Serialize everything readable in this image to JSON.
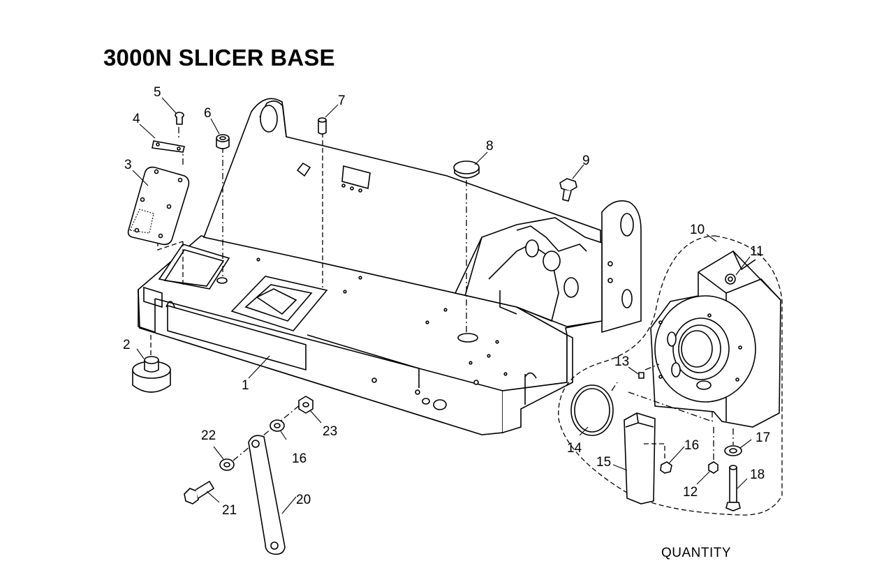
{
  "title": "3000N SLICER BASE",
  "footer_text": "QUANTITY",
  "callouts": [
    {
      "num": "1",
      "part": "base"
    },
    {
      "num": "2",
      "part": "foot"
    },
    {
      "num": "3",
      "part": "cover-plate"
    },
    {
      "num": "4",
      "part": "strap"
    },
    {
      "num": "5",
      "part": "screw"
    },
    {
      "num": "6",
      "part": "bushing"
    },
    {
      "num": "7",
      "part": "pin"
    },
    {
      "num": "8",
      "part": "plug"
    },
    {
      "num": "9",
      "part": "bolt"
    },
    {
      "num": "10",
      "part": "gear-housing-assembly"
    },
    {
      "num": "11",
      "part": "housing-fitting"
    },
    {
      "num": "12",
      "part": "nut"
    },
    {
      "num": "13",
      "part": "dowel"
    },
    {
      "num": "14",
      "part": "o-ring"
    },
    {
      "num": "15",
      "part": "block"
    },
    {
      "num": "16",
      "part": "screw-small"
    },
    {
      "num": "17",
      "part": "washer"
    },
    {
      "num": "18",
      "part": "stud"
    },
    {
      "num": "20",
      "part": "link-arm"
    },
    {
      "num": "21",
      "part": "hex-bolt"
    },
    {
      "num": "22",
      "part": "washer-small"
    },
    {
      "num": "23",
      "part": "hex-nut"
    }
  ]
}
